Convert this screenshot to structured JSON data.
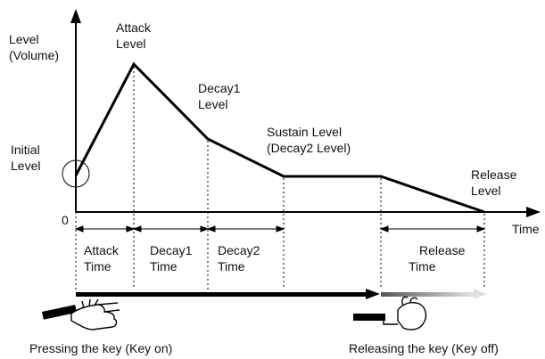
{
  "axes": {
    "y_label": [
      "Level",
      "(Volume)"
    ],
    "x_label": "Time",
    "origin": "0"
  },
  "levels": {
    "attack": [
      "Attack",
      "Level"
    ],
    "decay1": [
      "Decay1",
      "Level"
    ],
    "sustain": [
      "Sustain Level",
      "(Decay2 Level)"
    ],
    "initial": [
      "Initial",
      "Level"
    ],
    "release": [
      "Release",
      "Level"
    ]
  },
  "time_segments": {
    "attack": [
      "Attack",
      "Time"
    ],
    "decay1": [
      "Decay1",
      "Time"
    ],
    "decay2": [
      "Decay2",
      "Time"
    ],
    "release": [
      "Release",
      "Time"
    ]
  },
  "key_events": {
    "key_on": "Pressing the key (Key on)",
    "key_off": "Releasing the key (Key off)"
  },
  "colors": {
    "line": "#000000",
    "text": "#111111",
    "release_arrow_start": "#555555",
    "release_arrow_end": "#e0e0e0"
  },
  "icons": [
    "finger-pressing-key-icon",
    "finger-releasing-key-icon"
  ]
}
